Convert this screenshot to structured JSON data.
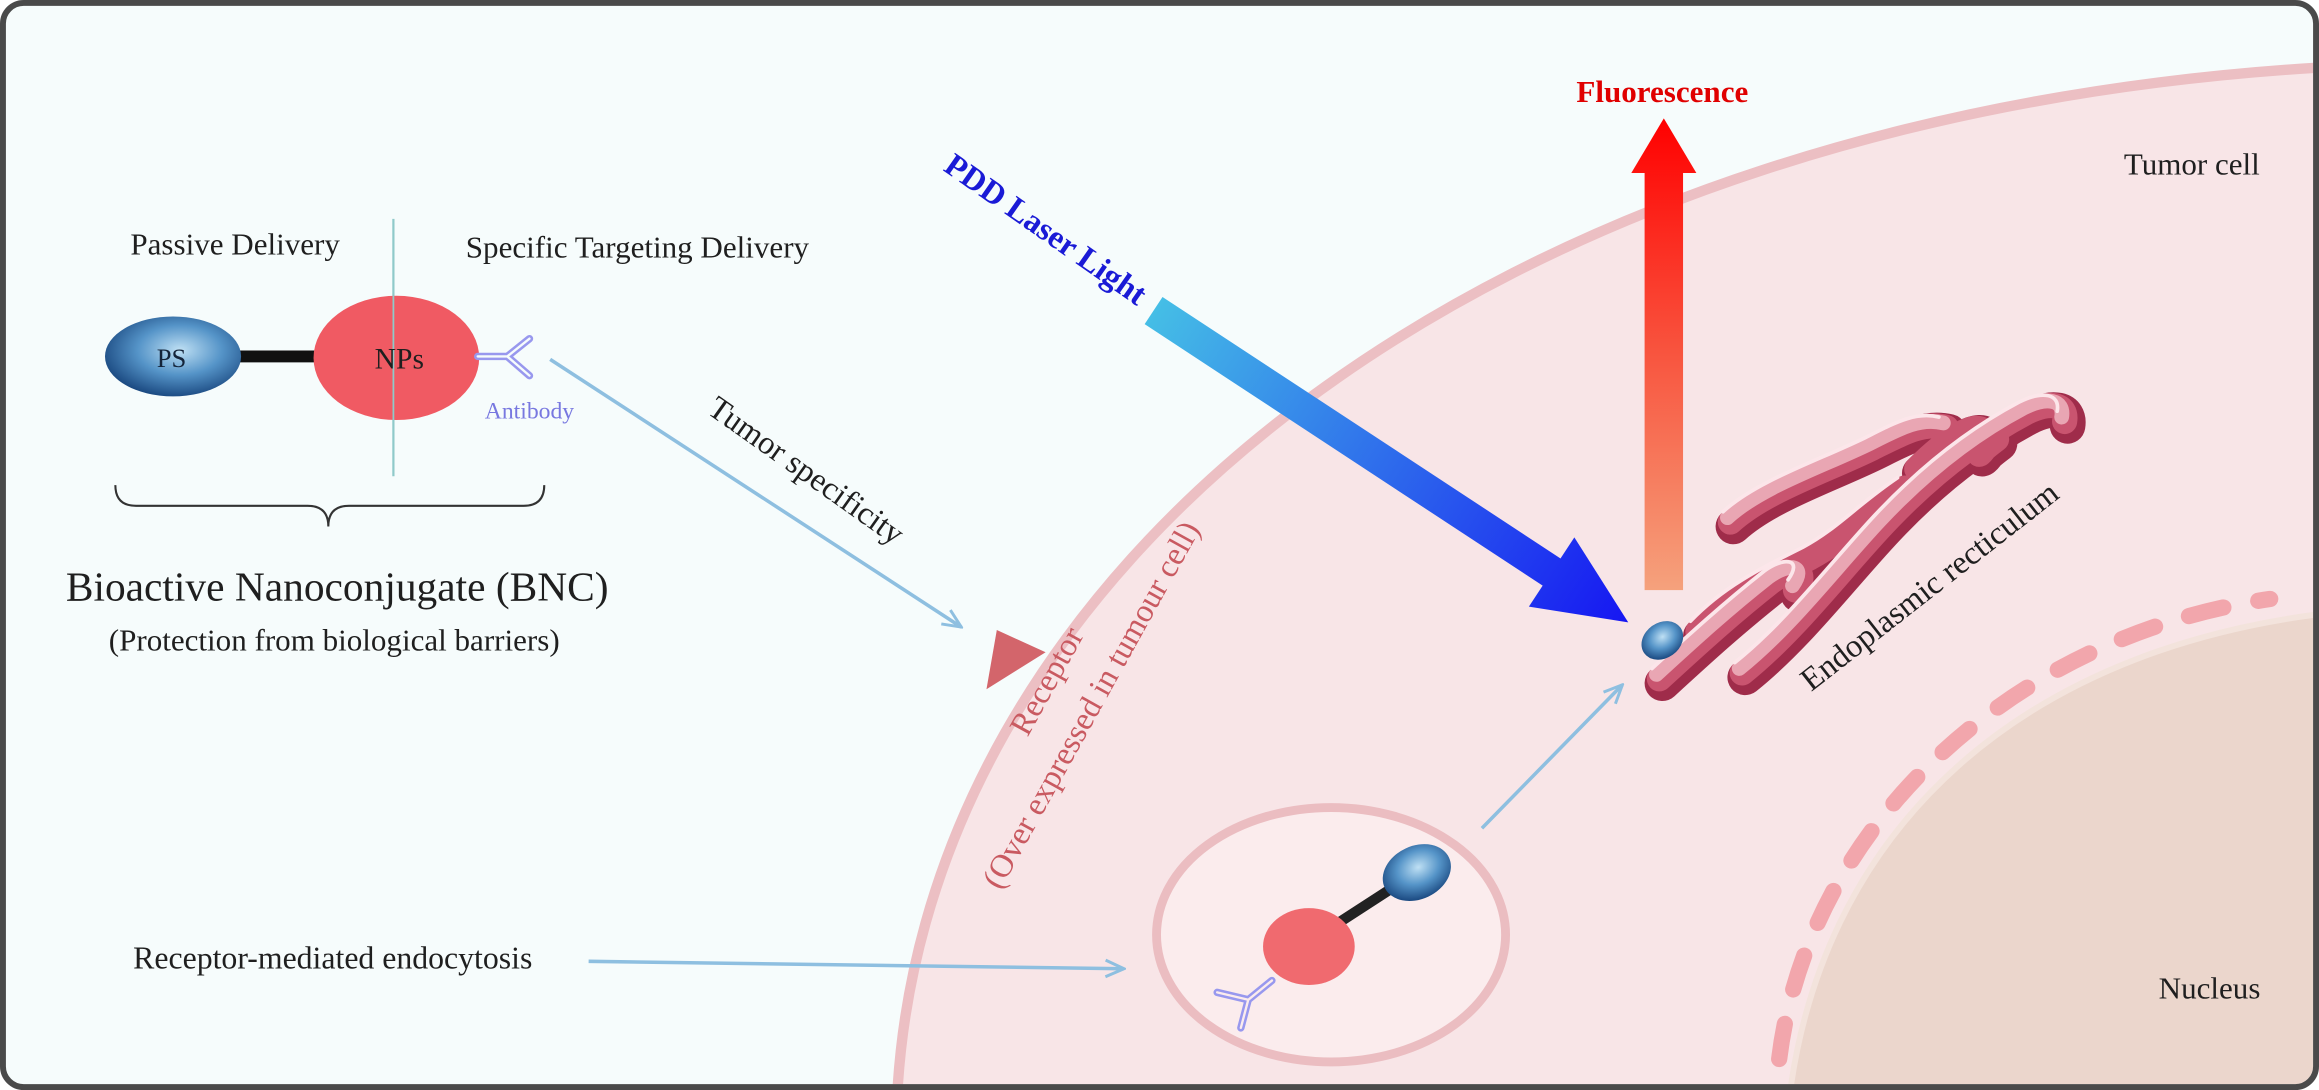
{
  "bnc": {
    "passive_label": "Passive Delivery",
    "targeting_label": "Specific Targeting Delivery",
    "ps_label": "PS",
    "nps_label": "NPs",
    "antibody_label": "Antibody",
    "title": "Bioactive Nanoconjugate (BNC)",
    "subtitle": "(Protection from biological barriers)"
  },
  "pathway": {
    "tumor_specificity_label": "Tumor specificity",
    "endocytosis_label": "Receptor-mediated endocytosis",
    "receptor_label": "Receptor",
    "receptor_note": "(Over expressed in tumour cell)"
  },
  "light": {
    "laser_label": "PDD Laser Light",
    "fluorescence_label": "Fluorescence"
  },
  "cell": {
    "tumor_cell_label": "Tumor cell",
    "er_label": "Endoplasmic recticulum",
    "nucleus_label": "Nucleus"
  },
  "colors": {
    "background": "#f6fcfc",
    "tumor_cell": "#f8e5e7",
    "nucleus": "#ebd6cc",
    "nanoparticle": "#f05a63",
    "photosensitizer": "#1a4f88",
    "antibody": "#7878e0",
    "laser": "#1616f2",
    "fluorescence": "#ff0000",
    "receptor": "#c95a61",
    "endoplasmic_reticulum": "#9f2c4a"
  }
}
